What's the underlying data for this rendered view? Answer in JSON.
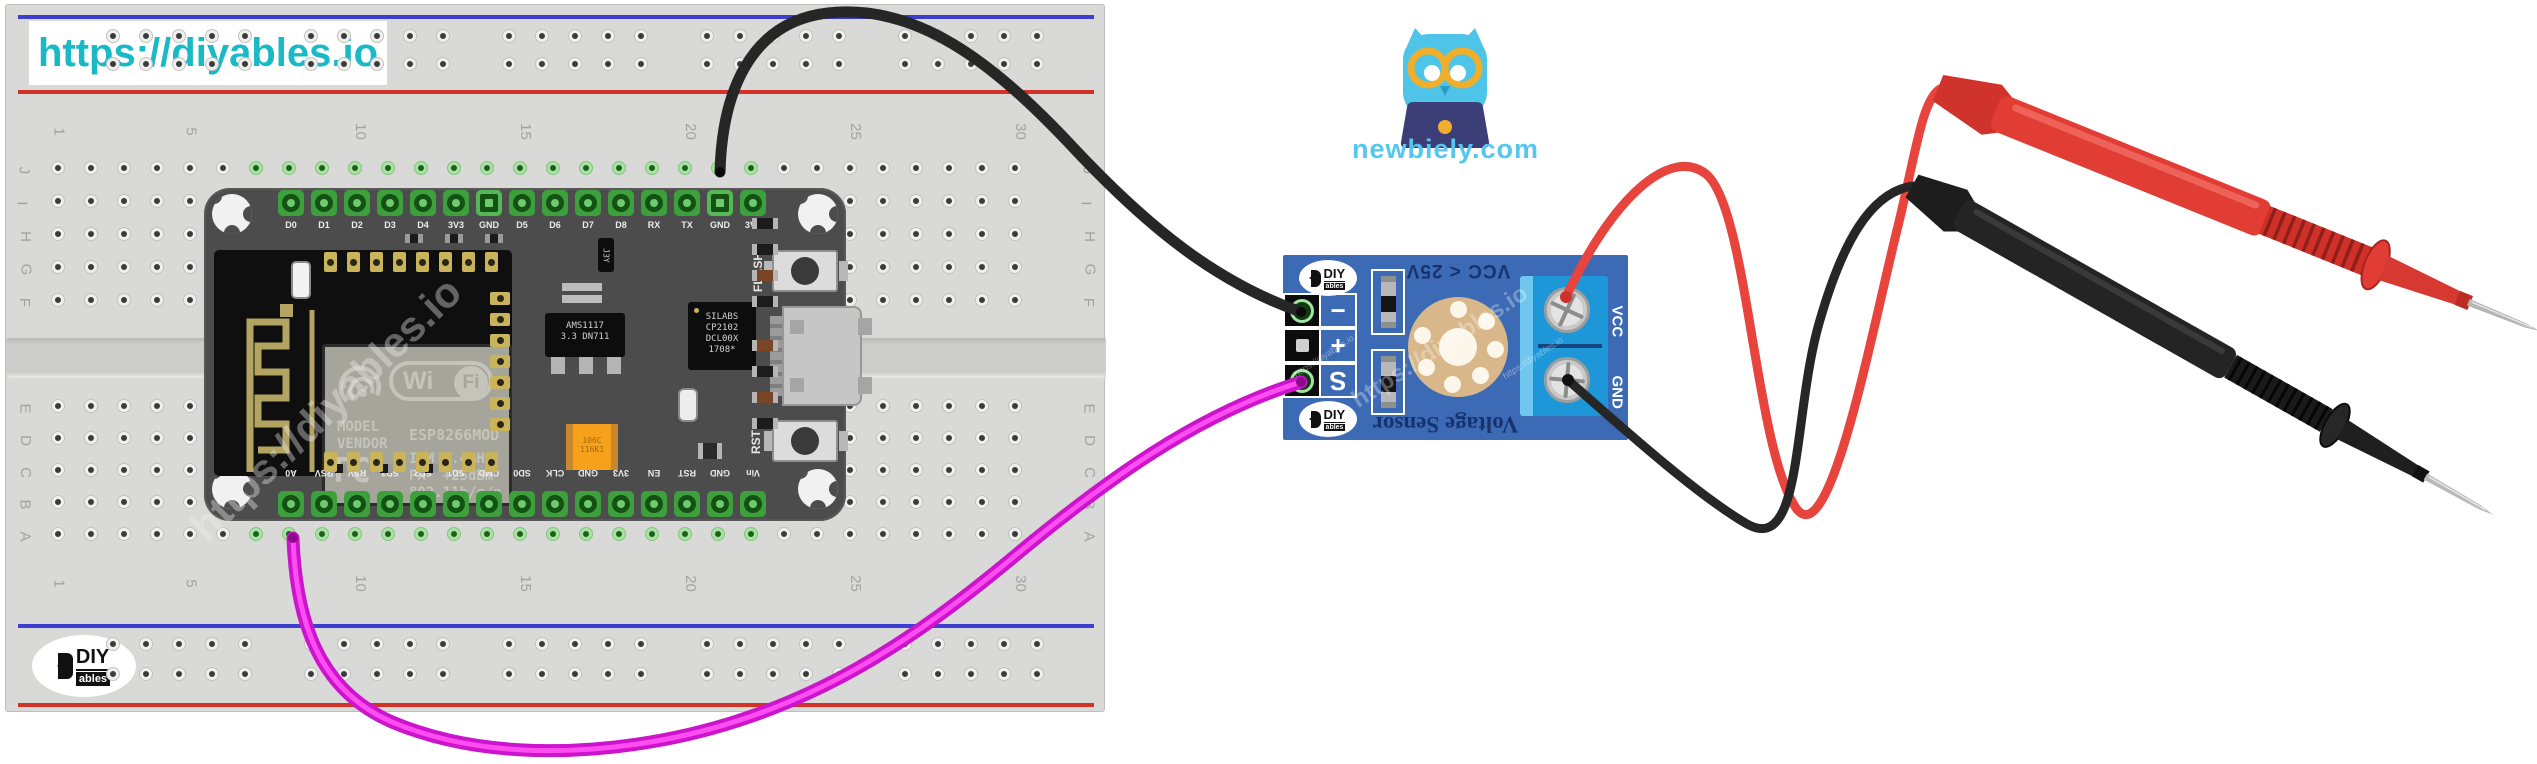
{
  "url_label": "https://diyables.io",
  "watermark": "https://diyables.io",
  "breadboard": {
    "column_numbers": [
      "1",
      "5",
      "10",
      "15",
      "20",
      "25",
      "30"
    ],
    "row_letters_top": [
      "J",
      "I",
      "H",
      "G",
      "F"
    ],
    "row_letters_bottom": [
      "E",
      "D",
      "C",
      "B",
      "A"
    ],
    "brand": {
      "diy": "DIY",
      "ables": "ables"
    }
  },
  "nodemcu": {
    "top_pins": [
      "D0",
      "D1",
      "D2",
      "D3",
      "D4",
      "3V3",
      "GND",
      "D5",
      "D6",
      "D7",
      "D8",
      "RX",
      "TX",
      "GND",
      "3V3"
    ],
    "bottom_pins": [
      "A0",
      "RSV",
      "RSV",
      "SD3",
      "SD2",
      "SD1",
      "CMD",
      "SD0",
      "CLK",
      "GND",
      "3V3",
      "EN",
      "RST",
      "GND",
      "Vin"
    ],
    "esp_module": {
      "wifi_wi": "Wi",
      "wifi_fi": "Fi",
      "model": "MODEL\nVENDOR",
      "part": "ESP8266MOD",
      "fcc": "FC",
      "radio": "ISM 2.4GHz\nPA  +25dBm\n802.11b/g/n"
    },
    "regulator": "AMS1117\n3.3 DN711",
    "usb_chip": "SILABS\nCP2102\nDCL00X\n1708*",
    "transistor": "J3Y",
    "capacitor": "106C\n116K1",
    "buttons": {
      "flash": "FLASH",
      "reset": "RST"
    }
  },
  "sensor": {
    "title": "Voltage Sensor",
    "warning": "VCC < 25V",
    "pin_labels": [
      "−",
      "+",
      "S"
    ],
    "terminal_labels": [
      "VCC",
      "GND"
    ],
    "brand": {
      "diy": "DIY",
      "ables": "ables"
    }
  },
  "newbiely": {
    "site": "newbiely.com"
  },
  "colors": {
    "accent_teal": "#19b9c6",
    "sensor_board_blue": "#3d6ab4",
    "terminal_blue": "#1e97d8",
    "wire_black": "#262626",
    "wire_magenta": "#cc14cc",
    "wire_magenta_core": "#ff4df2",
    "wire_red": "#e8443e",
    "probe_red": "#e23d35",
    "probe_black": "#242424",
    "pad_green": "#3da03d"
  }
}
